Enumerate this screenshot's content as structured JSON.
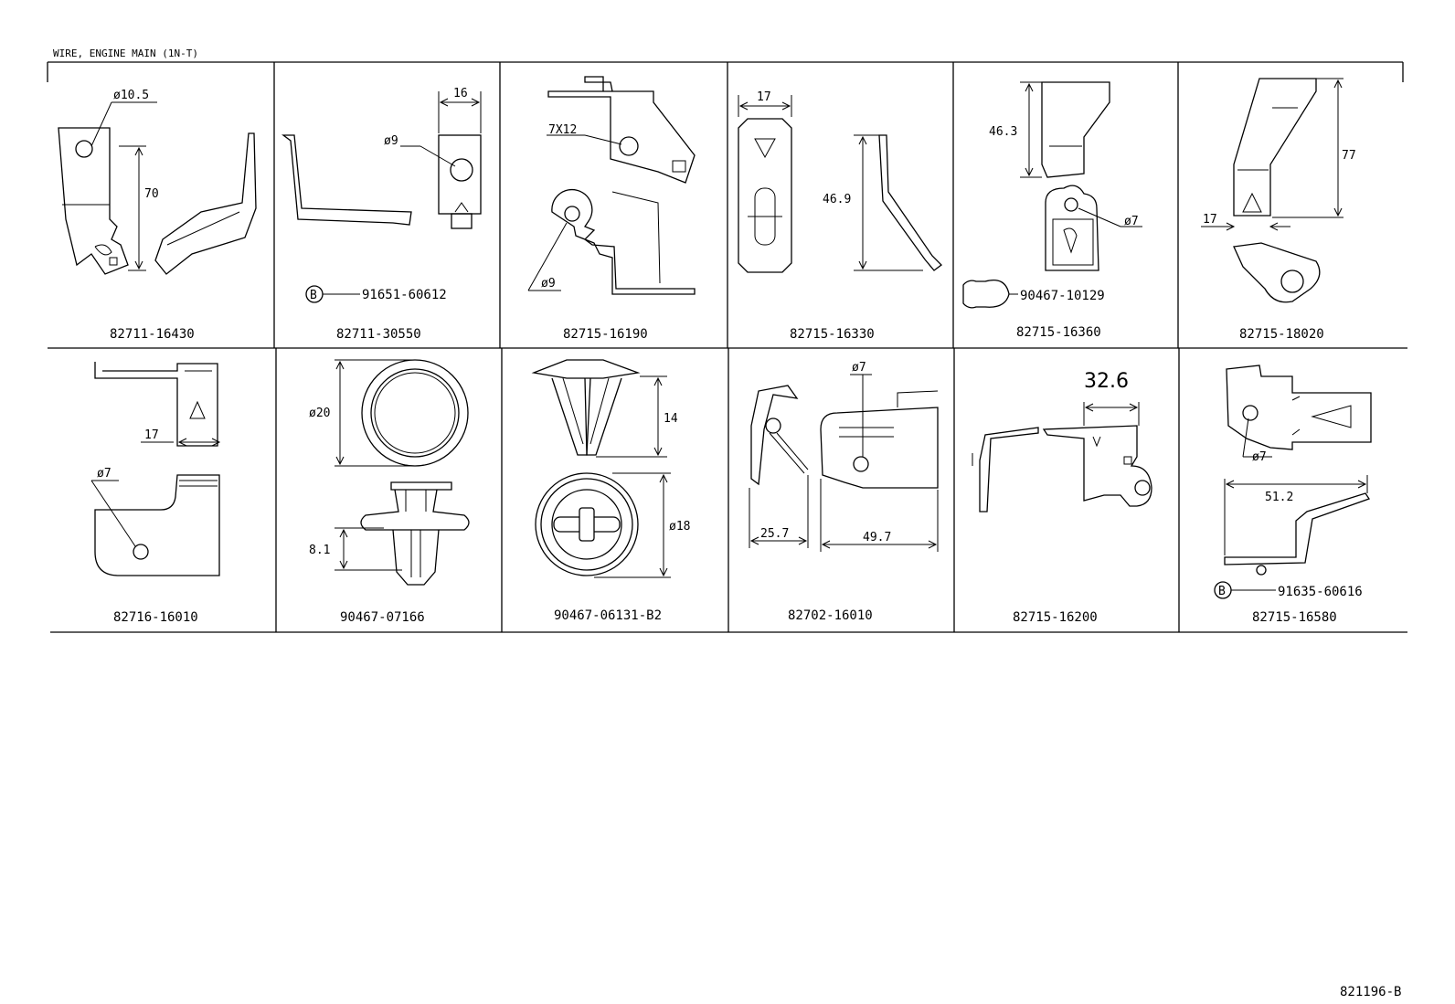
{
  "diagram": {
    "title": "WIRE, ENGINE MAIN (1N-T)",
    "figure_code": "821196-B",
    "parts": [
      {
        "part_number": "82711-16430",
        "dims": [
          "ø10.5",
          "70"
        ]
      },
      {
        "part_number": "82711-30550",
        "dims": [
          "16",
          "ø9"
        ],
        "callout": {
          "marker": "B",
          "part_number": "91651-60612"
        }
      },
      {
        "part_number": "82715-16190",
        "dims": [
          "7X12",
          "ø9"
        ]
      },
      {
        "part_number": "82715-16330",
        "dims": [
          "17",
          "46.9"
        ]
      },
      {
        "part_number": "82715-16360",
        "dims": [
          "46.3",
          "ø7"
        ],
        "callout": {
          "part_number": "90467-10129"
        }
      },
      {
        "part_number": "82715-18020",
        "dims": [
          "77",
          "17"
        ]
      },
      {
        "part_number": "82716-16010",
        "dims": [
          "17",
          "ø7"
        ]
      },
      {
        "part_number": "90467-07166",
        "dims": [
          "ø20",
          "8.1"
        ]
      },
      {
        "part_number": "90467-06131-B2",
        "dims": [
          "14",
          "ø18"
        ]
      },
      {
        "part_number": "82702-16010",
        "dims": [
          "ø7",
          "25.7",
          "49.7"
        ]
      },
      {
        "part_number": "82715-16200",
        "dims": [
          "32.6"
        ]
      },
      {
        "part_number": "82715-16580",
        "dims": [
          "ø7",
          "51.2"
        ],
        "callout": {
          "marker": "B",
          "part_number": "91635-60616"
        }
      }
    ]
  }
}
